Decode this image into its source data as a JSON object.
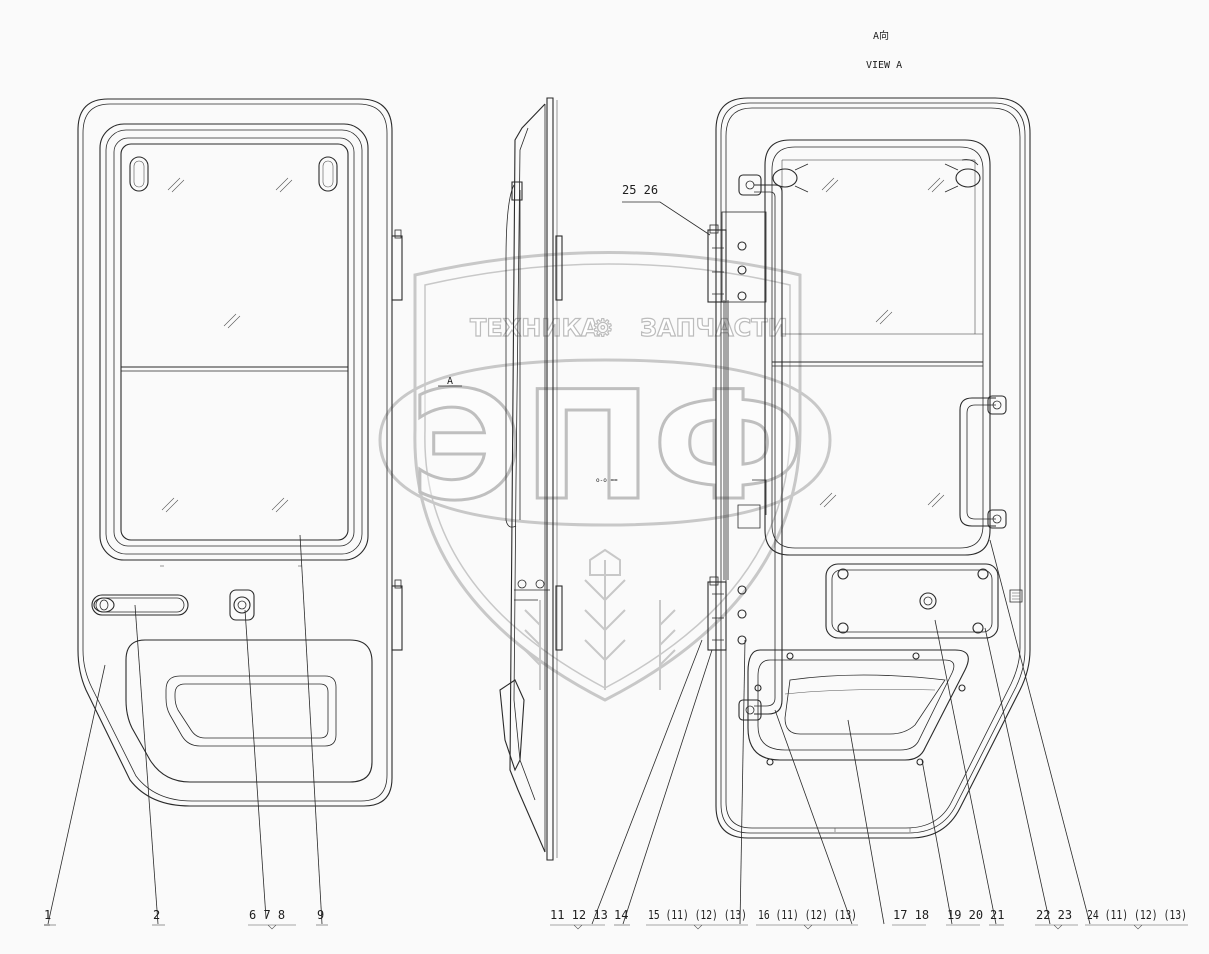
{
  "header": {
    "view_cn": "A向",
    "view_en": "VIEW  A"
  },
  "section_marker": "A",
  "watermark": {
    "line1": "ТЕХНИКА",
    "gear": "⚙",
    "line2": "ЗАПЧАСТИ",
    "logo": "ЭПФ"
  },
  "callouts": {
    "top": "25  26",
    "bottom": [
      "1",
      "2",
      "6  7  8",
      "9",
      "11 12 13",
      "14",
      "15  (11)  (12)  (13)",
      "16  (11)  (12)  (13)",
      "17 18",
      "19 20",
      "21",
      "22  23",
      "24  (11)  (12)  (13)"
    ]
  }
}
